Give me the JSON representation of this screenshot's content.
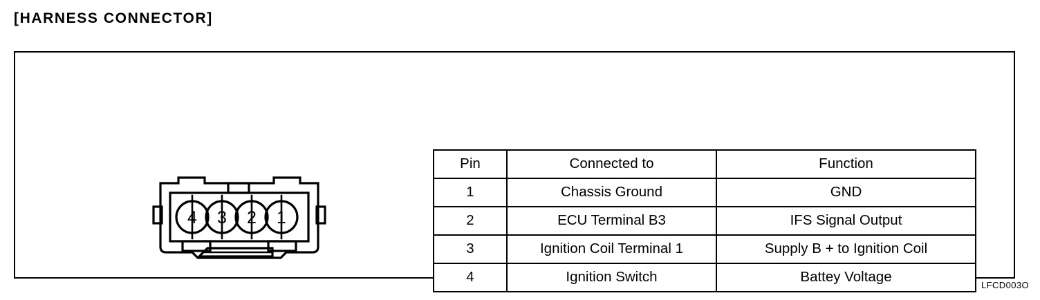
{
  "section": {
    "title": "[HARNESS CONNECTOR]"
  },
  "connector": {
    "name": "4-pin harness connector",
    "pin_count": 4,
    "pin_labels_left_to_right": [
      "4",
      "3",
      "2",
      "1"
    ]
  },
  "table": {
    "headers": [
      "Pin",
      "Connected to",
      "Function"
    ],
    "rows": [
      {
        "pin": "1",
        "connected_to": "Chassis Ground",
        "function": "GND"
      },
      {
        "pin": "2",
        "connected_to": "ECU Terminal B3",
        "function": "IFS Signal Output"
      },
      {
        "pin": "3",
        "connected_to": "Ignition Coil Terminal 1",
        "function": "Supply B + to Ignition Coil"
      },
      {
        "pin": "4",
        "connected_to": "Ignition Switch",
        "function": "Battey Voltage"
      }
    ]
  },
  "figure_code": "LFCD003O",
  "colors": {
    "ink": "#000000",
    "paper": "#ffffff"
  }
}
